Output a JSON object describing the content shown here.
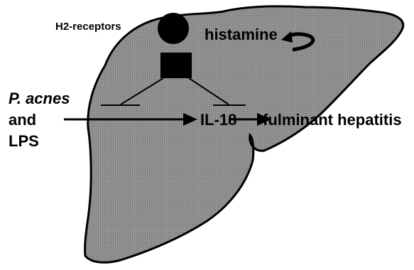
{
  "labels": {
    "receptor": "H2-receptors",
    "histamine": "histamine",
    "stimulus_italic": "P. acnes",
    "stimulus_and": "and",
    "stimulus_lps": "LPS",
    "cytokine": "IL-18",
    "outcome": "fulminant hepatitis"
  },
  "colors": {
    "organ_fill": "#8c8c8c",
    "outline": "#000000",
    "receptor": "#000000",
    "text": "#000000"
  },
  "icons": {
    "cycle": "curved-arrow-icon"
  }
}
